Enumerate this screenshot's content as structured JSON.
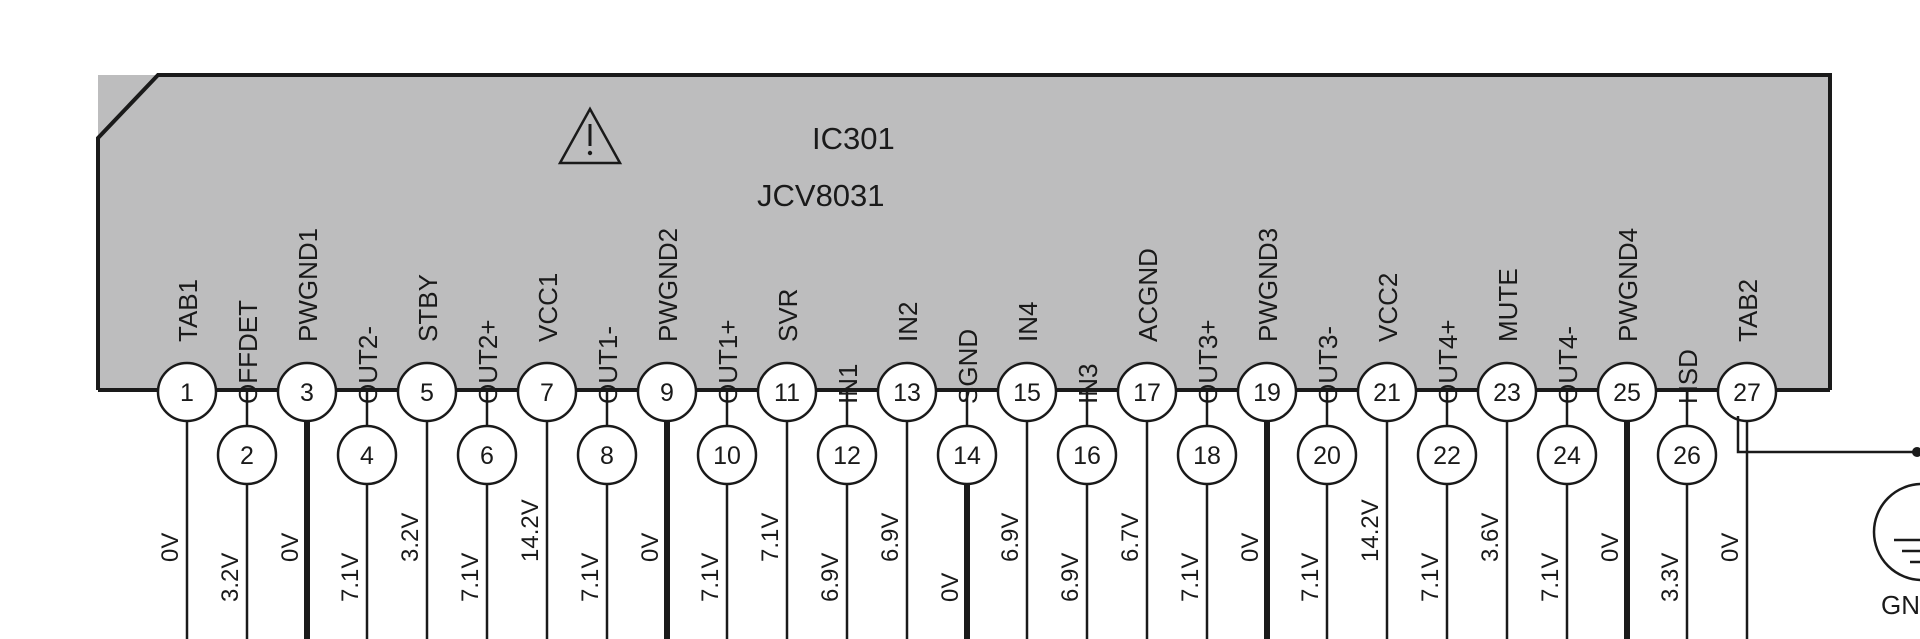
{
  "chip": {
    "ref": "IC301",
    "part": "JCV8031",
    "warning_icon": "warning-triangle-icon",
    "fill_color": "#bdbdbe"
  },
  "pins": [
    {
      "num": "1",
      "label": "TAB1",
      "voltage": "0V",
      "heavy": false
    },
    {
      "num": "2",
      "label": "OFFDET",
      "voltage": "3.2V",
      "heavy": false
    },
    {
      "num": "3",
      "label": "PWGND1",
      "voltage": "0V",
      "heavy": true
    },
    {
      "num": "4",
      "label": "OUT2-",
      "voltage": "7.1V",
      "heavy": false
    },
    {
      "num": "5",
      "label": "STBY",
      "voltage": "3.2V",
      "heavy": false
    },
    {
      "num": "6",
      "label": "OUT2+",
      "voltage": "7.1V",
      "heavy": false
    },
    {
      "num": "7",
      "label": "VCC1",
      "voltage": "14.2V",
      "heavy": false
    },
    {
      "num": "8",
      "label": "OUT1-",
      "voltage": "7.1V",
      "heavy": false
    },
    {
      "num": "9",
      "label": "PWGND2",
      "voltage": "0V",
      "heavy": true
    },
    {
      "num": "10",
      "label": "OUT1+",
      "voltage": "7.1V",
      "heavy": false
    },
    {
      "num": "11",
      "label": "SVR",
      "voltage": "7.1V",
      "heavy": false
    },
    {
      "num": "12",
      "label": "IN1",
      "voltage": "6.9V",
      "heavy": false
    },
    {
      "num": "13",
      "label": "IN2",
      "voltage": "6.9V",
      "heavy": false
    },
    {
      "num": "14",
      "label": "SGND",
      "voltage": "0V",
      "heavy": true
    },
    {
      "num": "15",
      "label": "IN4",
      "voltage": "6.9V",
      "heavy": false
    },
    {
      "num": "16",
      "label": "IN3",
      "voltage": "6.9V",
      "heavy": false
    },
    {
      "num": "17",
      "label": "ACGND",
      "voltage": "6.7V",
      "heavy": false
    },
    {
      "num": "18",
      "label": "OUT3+",
      "voltage": "7.1V",
      "heavy": false
    },
    {
      "num": "19",
      "label": "PWGND3",
      "voltage": "0V",
      "heavy": true
    },
    {
      "num": "20",
      "label": "OUT3-",
      "voltage": "7.1V",
      "heavy": false
    },
    {
      "num": "21",
      "label": "VCC2",
      "voltage": "14.2V",
      "heavy": false
    },
    {
      "num": "22",
      "label": "OUT4+",
      "voltage": "7.1V",
      "heavy": false
    },
    {
      "num": "23",
      "label": "MUTE",
      "voltage": "3.6V",
      "heavy": false
    },
    {
      "num": "24",
      "label": "OUT4-",
      "voltage": "7.1V",
      "heavy": false
    },
    {
      "num": "25",
      "label": "PWGND4",
      "voltage": "0V",
      "heavy": true
    },
    {
      "num": "26",
      "label": "HSD",
      "voltage": "3.3V",
      "heavy": false
    },
    {
      "num": "27",
      "label": "TAB2",
      "voltage": "0V",
      "heavy": false
    }
  ],
  "ground": {
    "label": "GND",
    "icon": "ground-symbol-icon"
  }
}
